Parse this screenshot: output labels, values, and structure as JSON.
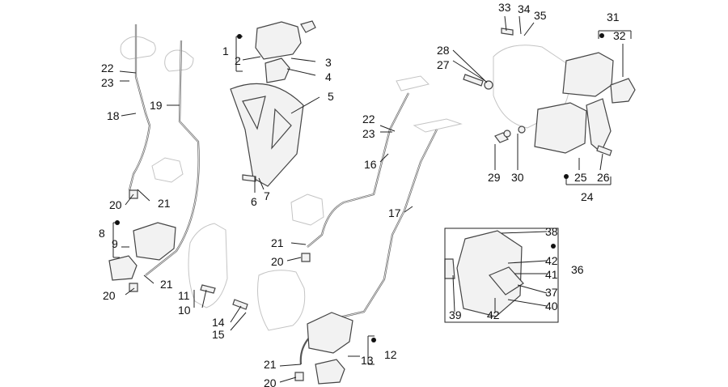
{
  "labels": {
    "l1": "1",
    "l2": "2",
    "l3": "3",
    "l4": "4",
    "l5": "5",
    "l6": "6",
    "l7": "7",
    "l8": "8",
    "l9": "9",
    "l10": "10",
    "l11": "11",
    "l12": "12",
    "l13": "13",
    "l14": "14",
    "l15": "15",
    "l16": "16",
    "l17": "17",
    "l18": "18",
    "l19": "19",
    "l20a": "20",
    "l20b": "20",
    "l20c": "20",
    "l20d": "20",
    "l21a": "21",
    "l21b": "21",
    "l21c": "21",
    "l21d": "21",
    "l22a": "22",
    "l22b": "22",
    "l23a": "23",
    "l23b": "23",
    "l24": "24",
    "l25": "25",
    "l26": "26",
    "l27": "27",
    "l28": "28",
    "l29": "29",
    "l30": "30",
    "l31": "31",
    "l32": "32",
    "l33": "33",
    "l34": "34",
    "l35": "35",
    "l36": "36",
    "l37": "37",
    "l38": "38",
    "l39": "39",
    "l40": "40",
    "l41": "41",
    "l42a": "42",
    "l42b": "42"
  },
  "colors": {
    "ink": "#111111",
    "part": "#444444",
    "ghost": "#c4c4c4"
  }
}
